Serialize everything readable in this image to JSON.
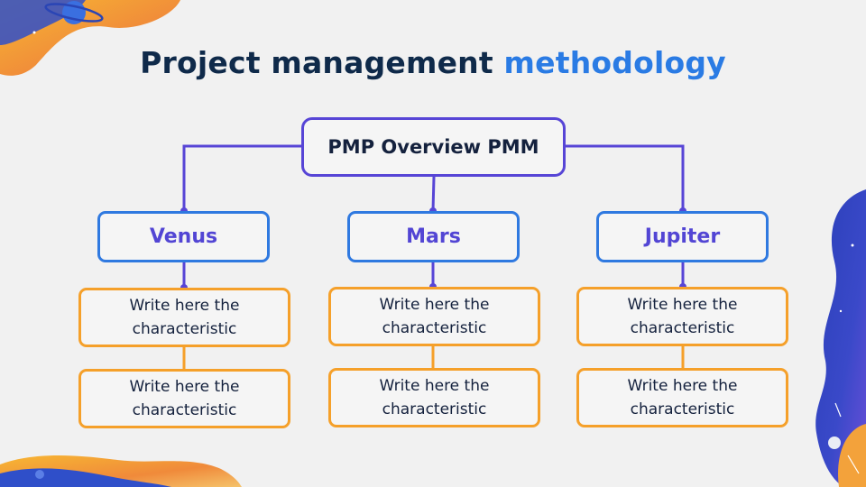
{
  "title": {
    "main": "Project management",
    "accent": "methodology"
  },
  "colors": {
    "root_border": "#5745d6",
    "planet_border": "#2f79e0",
    "planet_text": "#5245d4",
    "characteristic_border": "#f5a02a",
    "title_dark": "#0f2a4a",
    "title_accent": "#2a7be4",
    "connector": "#5745d6"
  },
  "root": {
    "label": "PMP Overview PMM"
  },
  "columns": [
    {
      "label": "Venus",
      "characteristics": [
        "Write here the characteristic",
        "Write here the characteristic"
      ]
    },
    {
      "label": "Mars",
      "characteristics": [
        "Write here the characteristic",
        "Write here the characteristic"
      ]
    },
    {
      "label": "Jupiter",
      "characteristics": [
        "Write here the characteristic",
        "Write here the characteristic"
      ]
    }
  ],
  "decorations": [
    "planet-icon",
    "orange-wave",
    "blue-wave",
    "star-icon",
    "moon-icon",
    "satellite-icon"
  ]
}
